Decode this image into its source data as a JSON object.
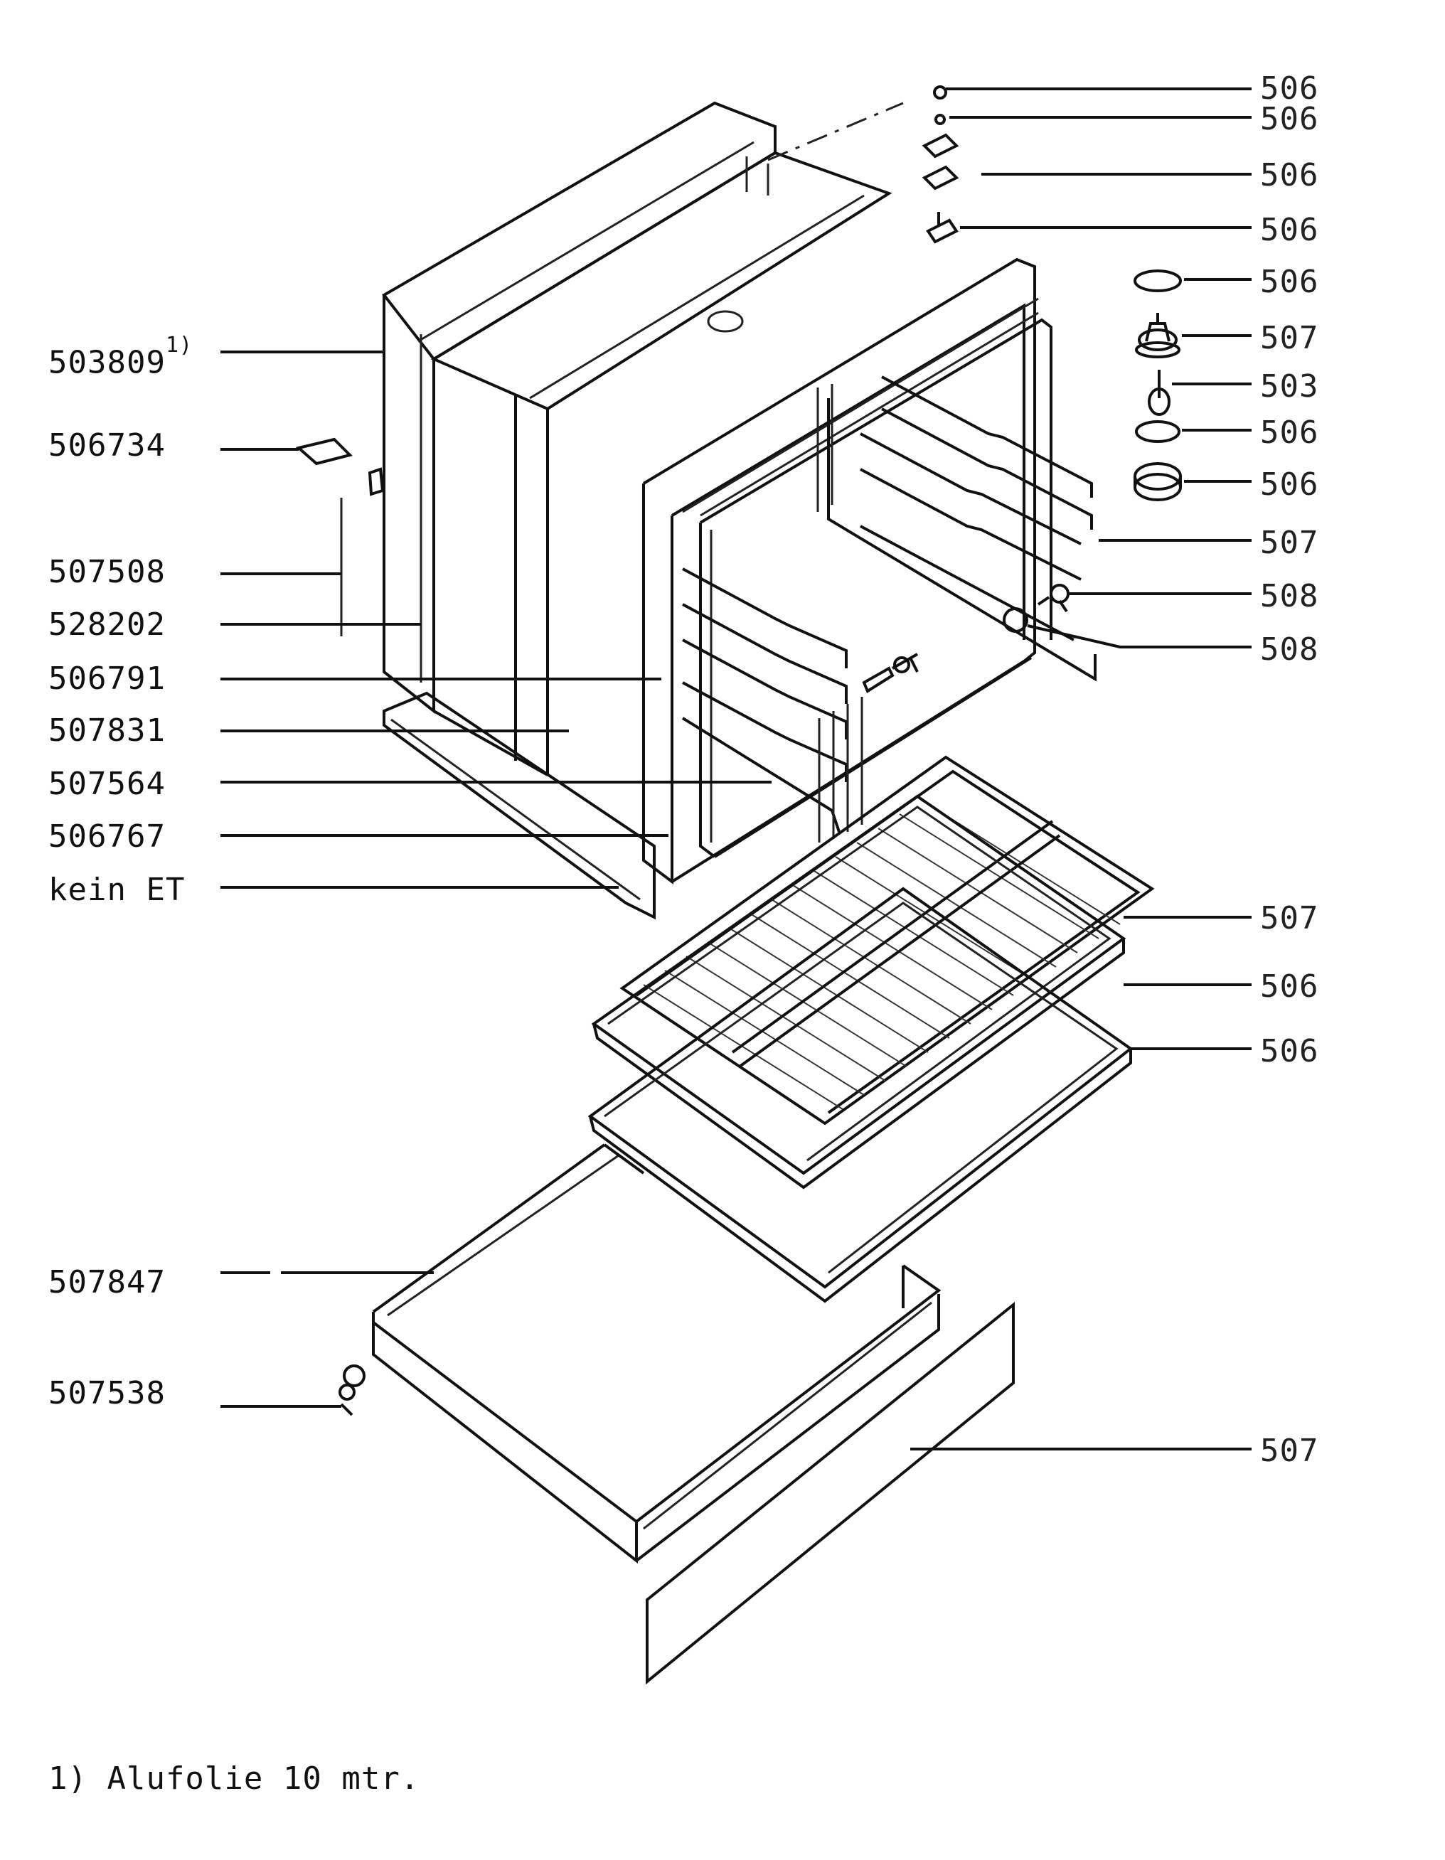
{
  "left_callouts": [
    {
      "part": "503809",
      "note": "1)"
    },
    {
      "part": "506734"
    },
    {
      "part": "507508"
    },
    {
      "part": "528202"
    },
    {
      "part": "506791"
    },
    {
      "part": "507831"
    },
    {
      "part": "507564"
    },
    {
      "part": "506767"
    },
    {
      "part": "kein ET"
    },
    {
      "part": "507847"
    },
    {
      "part": "507538"
    }
  ],
  "right_callouts": [
    {
      "part": "506"
    },
    {
      "part": "506"
    },
    {
      "part": "506"
    },
    {
      "part": "506"
    },
    {
      "part": "506"
    },
    {
      "part": "507"
    },
    {
      "part": "503"
    },
    {
      "part": "506"
    },
    {
      "part": "506"
    },
    {
      "part": "507"
    },
    {
      "part": "508"
    },
    {
      "part": "508"
    },
    {
      "part": "507"
    },
    {
      "part": "506"
    },
    {
      "part": "506"
    },
    {
      "part": "507"
    }
  ],
  "footnote": "1) Alufolie 10 mtr."
}
